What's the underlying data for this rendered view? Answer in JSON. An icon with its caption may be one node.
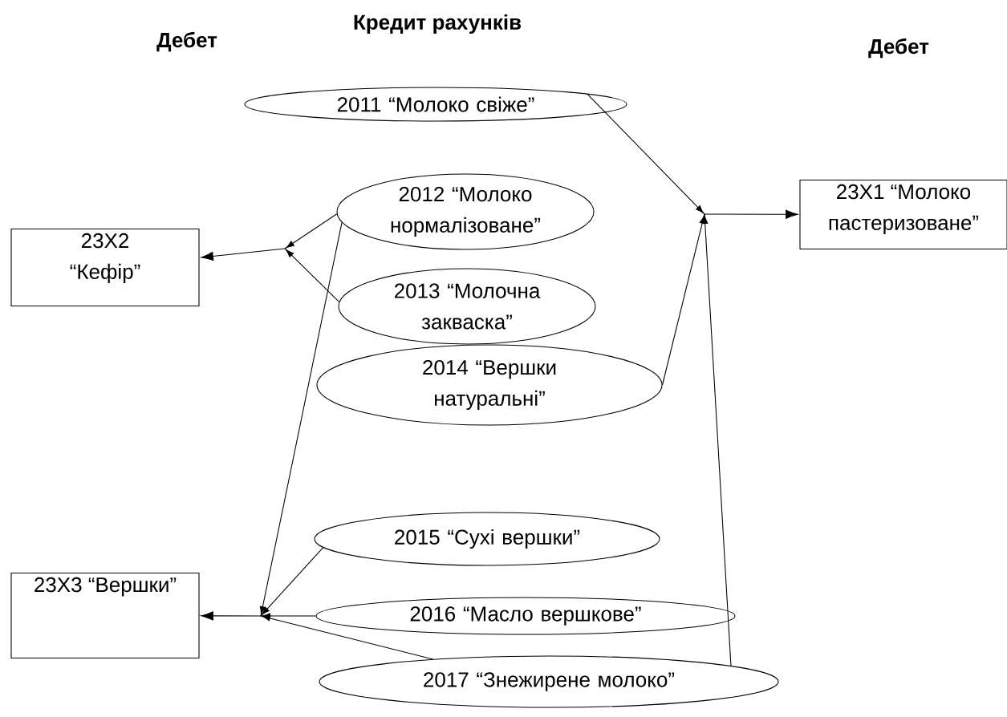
{
  "diagram": {
    "nodes": [
      {
        "text": [
          "2011 “Молоко свіже”"
        ]
      },
      {
        "text": [
          "23X1 “Молоко пастеризоване”"
        ]
      },
      {
        "text": [
          "2012 “Молоко нормалізоване”"
        ]
      },
      {
        "text": [
          "23X2 “Кефір”"
        ]
      },
      {
        "text": [
          "2013 “Молочна закваска”"
        ]
      },
      {
        "text": [
          "2014 “Вершки натуральні”"
        ]
      },
      {
        "text": [
          "2015 “Сухі вершки”"
        ]
      },
      {
        "text": [
          "23X3 “Вершки”"
        ]
      },
      {
        "text": [
          "2016 “Масло вершкове”"
        ]
      },
      {
        "text": [
          "2017 “Знежирене молоко”"
        ]
      }
    ],
    "edges": [
      {
        "from": 0,
        "to": 1,
        "arrow": "to"
      },
      {
        "from": 5,
        "to": 1,
        "arrow": "to"
      },
      {
        "from": 9,
        "to": 1,
        "arrow": "to"
      },
      {
        "from": 2,
        "to": 3,
        "arrow": "to"
      },
      {
        "from": 4,
        "to": 3,
        "arrow": "to"
      },
      {
        "from": 2,
        "to": 7,
        "arrow": "to"
      },
      {
        "from": 6,
        "to": 7,
        "arrow": "to"
      },
      {
        "from": 8,
        "to": 7,
        "arrow": "to"
      },
      {
        "from": 9,
        "to": 7,
        "arrow": "to"
      }
    ],
    "labels": [
      "Дебет",
      "Кредит рахунків",
      "Дебет"
    ]
  }
}
